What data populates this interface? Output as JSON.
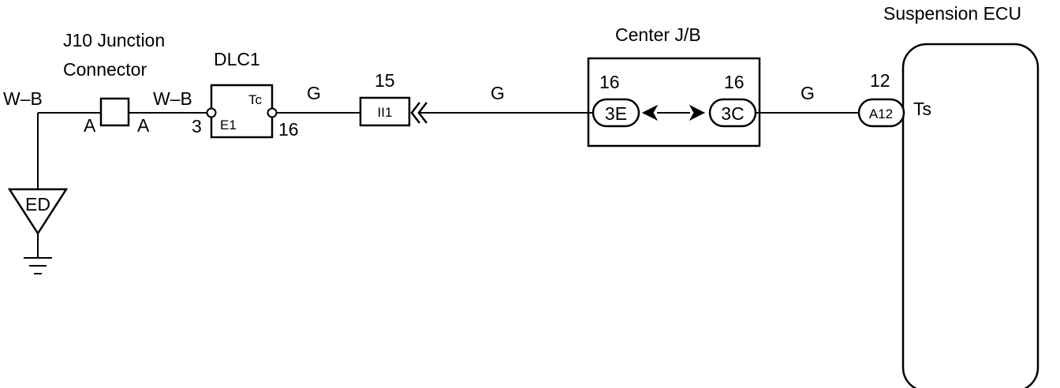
{
  "components": {
    "junction_connector": {
      "title_line1": "J10 Junction",
      "title_line2": "Connector",
      "pin_left": "A",
      "pin_right": "A"
    },
    "dlc1": {
      "title": "DLC1",
      "pin_e1_number": "3",
      "pin_e1_label": "E1",
      "pin_tc_label": "Tc",
      "pin_tc_number": "16"
    },
    "inline_connector": {
      "pin_number": "15",
      "code": "II1"
    },
    "center_jb": {
      "title": "Center J/B",
      "left_pin_number": "16",
      "left_code": "3E",
      "right_pin_number": "16",
      "right_code": "3C"
    },
    "suspension_ecu": {
      "title": "Suspension ECU",
      "pin_number": "12",
      "connector_code": "A12",
      "terminal": "Ts"
    },
    "ground": {
      "label": "ED"
    }
  },
  "wires": {
    "wire_ground_to_junction": "W–B",
    "wire_junction_to_dlc1": "W–B",
    "wire_dlc1_to_inline": "G",
    "wire_inline_to_jb": "G",
    "wire_jb_to_ecu": "G"
  }
}
